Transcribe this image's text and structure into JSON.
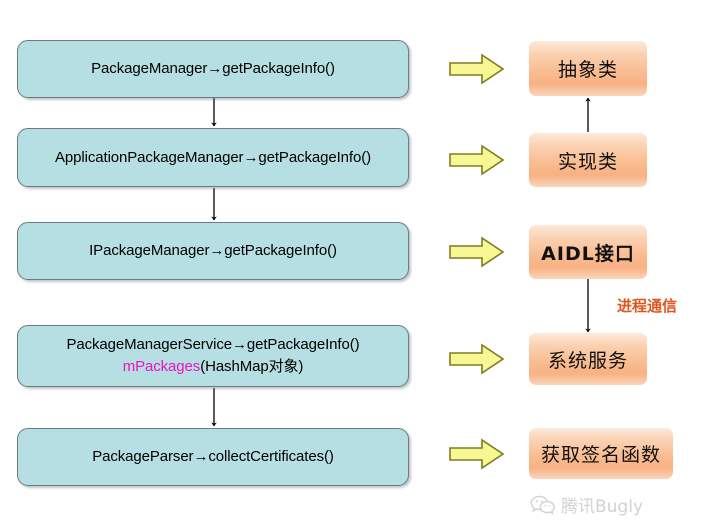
{
  "diagram": {
    "title": "Android PackageManager getPackageInfo call chain",
    "colors": {
      "process_box_fill": "#b6dfe3",
      "process_box_border": "#6b7b80",
      "tag_box_fill_light": "#fdeadb",
      "tag_box_fill_dark": "#f8b183",
      "block_arrow_fill": "#f7f794",
      "block_arrow_border": "#7d7d1e",
      "highlight_text": "#f012be",
      "note_text": "#e1551f",
      "watermark_text": "#d2d2d2"
    },
    "process_boxes": [
      {
        "id": "package-manager",
        "text": "PackageManager→getPackageInfo()",
        "second_line": ""
      },
      {
        "id": "application-package-manager",
        "text": "ApplicationPackageManager→getPackageInfo()",
        "second_line": ""
      },
      {
        "id": "ipackage-manager",
        "text": "IPackageManager→getPackageInfo()",
        "second_line": ""
      },
      {
        "id": "package-manager-service",
        "text": "PackageManagerService→getPackageInfo()",
        "second_line_prefix": "mPackages",
        "second_line_suffix": "(HashMap对象)"
      },
      {
        "id": "package-parser",
        "text": "PackageParser→collectCertificates()",
        "second_line": ""
      }
    ],
    "tag_boxes": [
      {
        "id": "abstract-class",
        "label": "抽象类",
        "bold": false
      },
      {
        "id": "impl-class",
        "label": "实现类",
        "bold": false
      },
      {
        "id": "aidl-interface",
        "label": "AIDL接口",
        "bold": true
      },
      {
        "id": "system-service",
        "label": "系统服务",
        "bold": false
      },
      {
        "id": "get-signature-func",
        "label": "获取签名函数",
        "bold": false
      }
    ],
    "annotations": [
      {
        "id": "ipc-note",
        "text": "进程通信"
      }
    ],
    "watermark": {
      "text": "腾讯Bugly",
      "icon": "wechat-icon"
    }
  }
}
